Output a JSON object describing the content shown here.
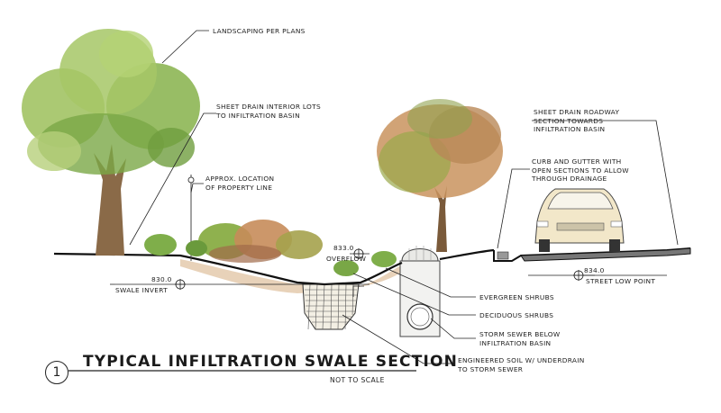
{
  "labels": {
    "landscaping": "LANDSCAPING PER PLANS",
    "sheet_drain_interior": "SHEET DRAIN INTERIOR LOTS\nTO INFILTRATION BASIN",
    "property_line": "APPROX. LOCATION\nOF PROPERTY LINE",
    "sheet_drain_roadway": "SHEET DRAIN ROADWAY\nSECTION TOWARDS\nINFILTRATION BASIN",
    "curb_gutter": "CURB AND GUTTER WITH\nOPEN SECTIONS TO ALLOW\nTHROUGH DRAINAGE",
    "overflow_elev": "833.0",
    "overflow": "OVERFLOW",
    "swale_invert_elev": "830.0",
    "swale_invert": "SWALE INVERT",
    "street_low_elev": "834.0",
    "street_low": "STREET LOW POINT",
    "evergreen": "EVERGREEN SHRUBS",
    "deciduous": "DECIDUOUS SHRUBS",
    "storm_sewer": "STORM SEWER BELOW\nINFILTRATION BASIN",
    "engineered_soil": "ENGINEERED SOIL W/ UNDERDRAIN\nTO STORM SEWER"
  },
  "title": "TYPICAL INFILTRATION SWALE SECTION",
  "subtitle": "NOT TO SCALE",
  "section_number": "1",
  "colors": {
    "ground": "#1a1a1a",
    "soil": "#d9b99a",
    "foliage_green": "#7fae4a",
    "foliage_orange": "#c98a52",
    "trunk": "#7a5a3a",
    "car": "#f2e7c9"
  }
}
